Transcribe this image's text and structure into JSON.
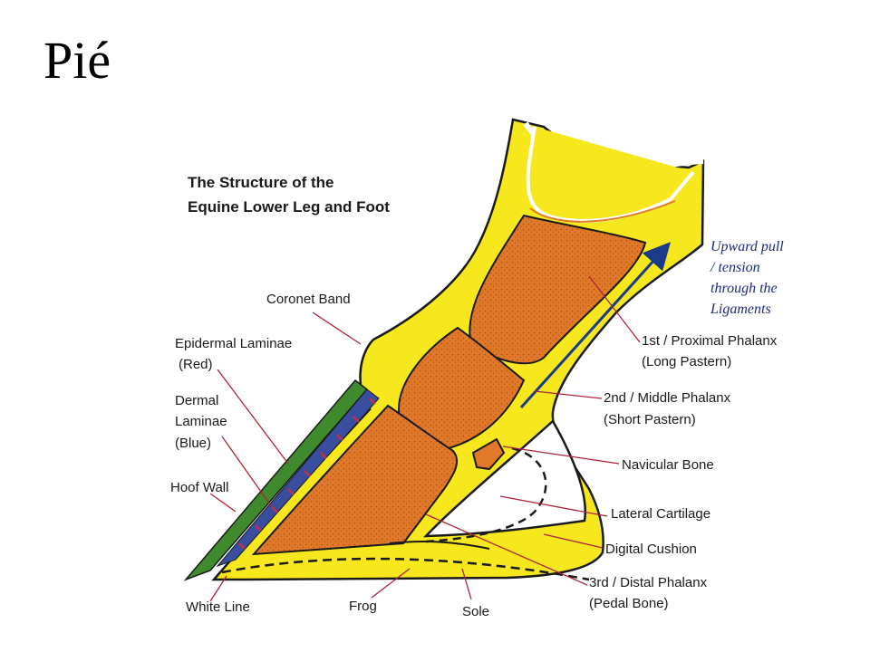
{
  "slide": {
    "title": "Pié"
  },
  "diagram": {
    "title_lines": [
      "The Structure of the",
      "Equine Lower Leg and Foot"
    ],
    "note_lines": [
      "Upward pull",
      "/ tension",
      "through the",
      "Ligaments"
    ],
    "labels": {
      "coronet_band": "Coronet Band",
      "epidermal_laminae": [
        "Epidermal Laminae",
        "(Red)"
      ],
      "dermal_laminae": [
        "Dermal",
        "Laminae",
        "(Blue)"
      ],
      "hoof_wall": "Hoof Wall",
      "white_line": "White Line",
      "frog": "Frog",
      "sole": "Sole",
      "proximal_phalanx": [
        "1st / Proximal Phalanx",
        "(Long Pastern)"
      ],
      "middle_phalanx": [
        "2nd / Middle Phalanx",
        "(Short Pastern)"
      ],
      "navicular_bone": "Navicular Bone",
      "lateral_cartilage": "Lateral Cartilage",
      "digital_cushion": "Digital Cushion",
      "distal_phalanx": [
        "3rd / Distal Phalanx",
        "(Pedal Bone)"
      ]
    },
    "colors": {
      "soft_tissue": "#f7e81e",
      "bone": "#e07a2a",
      "hoof_wall": "#3f8a2c",
      "laminae_red": "#c0304a",
      "laminae_blue": "#3a4ea0",
      "arrow": "#1a3a8a",
      "leader": "#b0223a"
    }
  }
}
